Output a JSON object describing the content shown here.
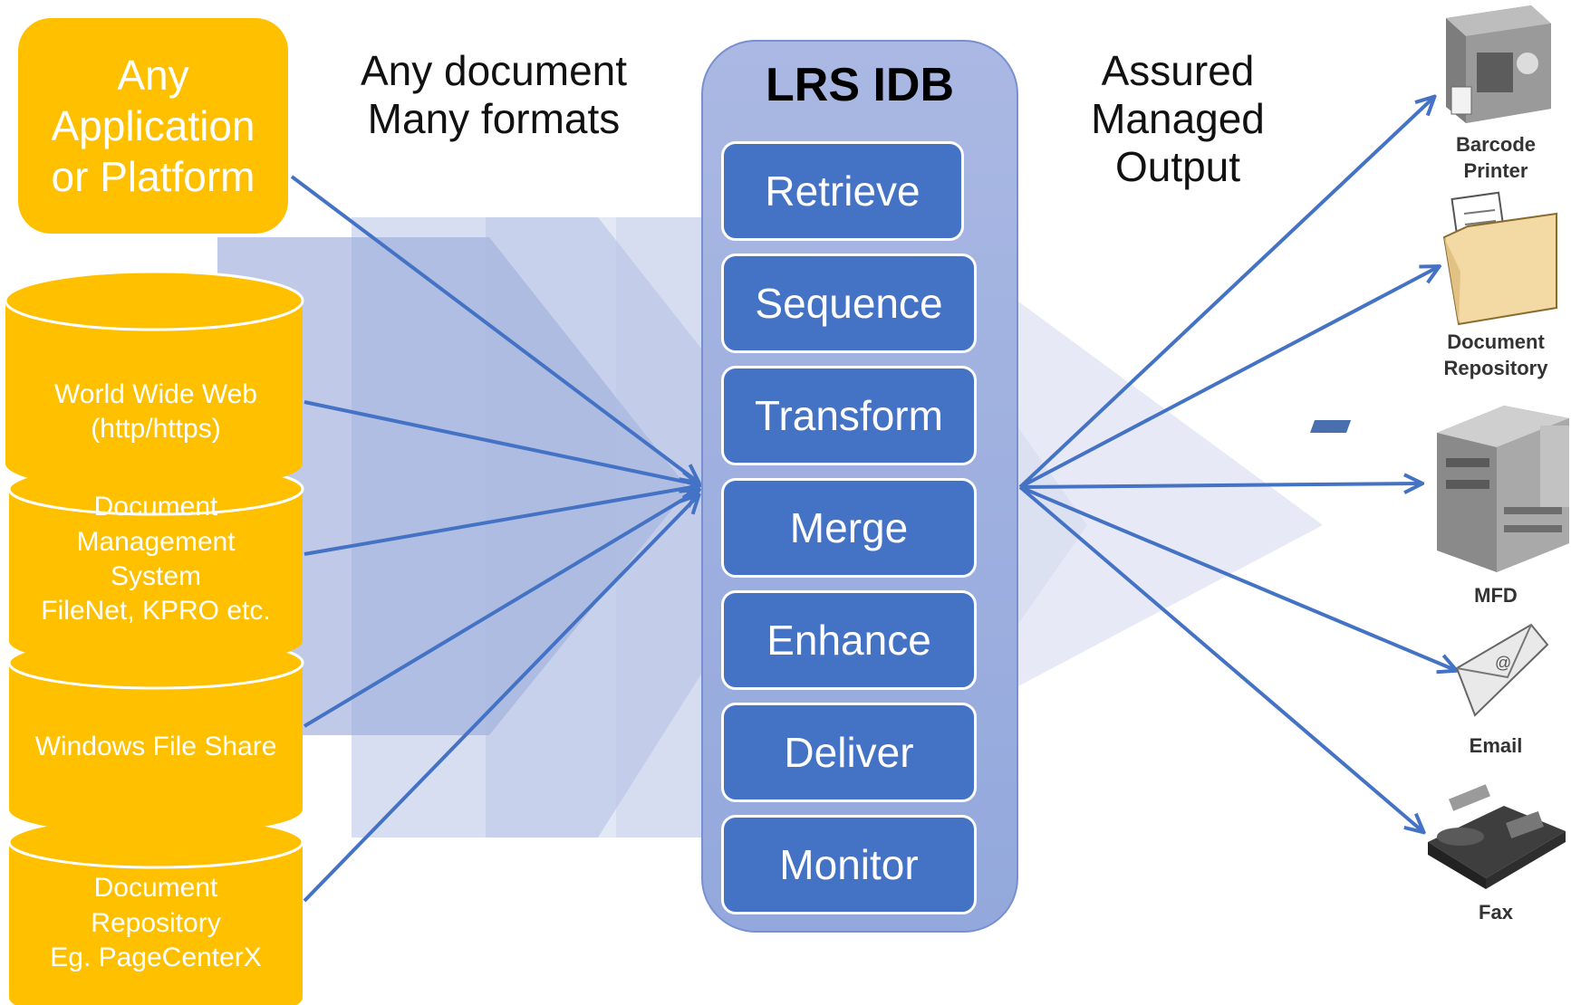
{
  "app_box": {
    "lines": [
      "Any",
      "Application",
      "or Platform"
    ]
  },
  "sources": [
    {
      "lines": [
        "World Wide Web",
        "(http/https)"
      ]
    },
    {
      "lines": [
        "Document",
        "Management",
        "System",
        "FileNet, KPRO etc."
      ]
    },
    {
      "lines": [
        "Windows File Share"
      ]
    },
    {
      "lines": [
        "Document",
        "Repository",
        "Eg. PageCenterX"
      ]
    }
  ],
  "input_caption": {
    "lines": [
      "Any document",
      "Many formats"
    ]
  },
  "idb": {
    "title": "LRS IDB",
    "steps": [
      "Retrieve",
      "Sequence",
      "Transform",
      "Merge",
      "Enhance",
      "Deliver",
      "Monitor"
    ]
  },
  "output_caption": {
    "lines": [
      "Assured",
      "Managed",
      "Output"
    ]
  },
  "devices": [
    {
      "icon": "barcode-printer-icon",
      "lines": [
        "Barcode",
        "Printer"
      ]
    },
    {
      "icon": "document-repository-icon",
      "lines": [
        "Document",
        "Repository"
      ]
    },
    {
      "icon": "mfd-icon",
      "lines": [
        "MFD"
      ]
    },
    {
      "icon": "email-icon",
      "lines": [
        "Email"
      ]
    },
    {
      "icon": "fax-icon",
      "lines": [
        "Fax"
      ]
    }
  ],
  "colors": {
    "source_fill": "#FFC000",
    "idb_panel": "#A5B5E1",
    "step_fill": "#4472C4",
    "arrow": "#4472C4",
    "fade_band": "#8C9FD6"
  }
}
